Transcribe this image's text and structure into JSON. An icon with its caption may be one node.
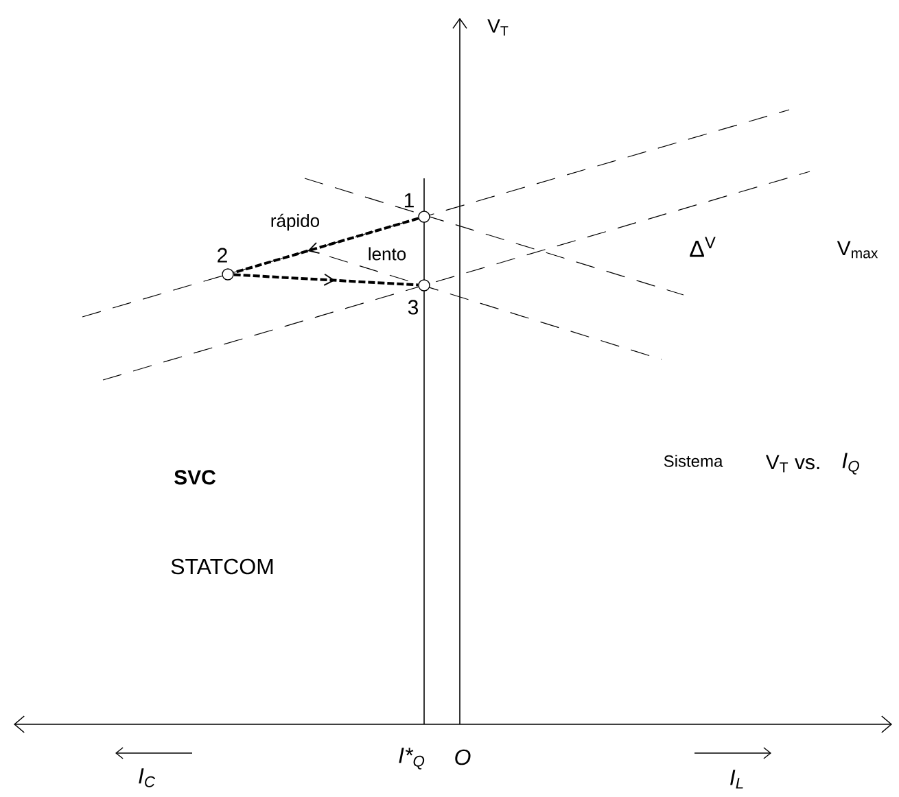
{
  "diagram": {
    "nodes": [
      {
        "text": [],
        "shape": "circle",
        "beside": [
          "1"
        ]
      },
      {
        "text": [],
        "shape": "circle",
        "beside": [
          "2"
        ]
      },
      {
        "text": [],
        "shape": "circle",
        "beside": [
          "3"
        ]
      }
    ],
    "edges": [
      {
        "from": 0,
        "to": 1,
        "arrow": "to",
        "label": "rápido",
        "style": "dashed"
      },
      {
        "from": 1,
        "to": 2,
        "arrow": "to",
        "label": "lento",
        "style": "dashed"
      }
    ],
    "labels": [
      "V$_{T}$",
      "Δ$^{V}$",
      "V$_{max}$",
      "SVC",
      "Sistema",
      "V$_{T}$ vs.",
      "I$_{Q}$",
      "STATCOM",
      "I*$_{Q}$",
      "O",
      "I$_{C}$",
      "I$_{L}$"
    ]
  }
}
